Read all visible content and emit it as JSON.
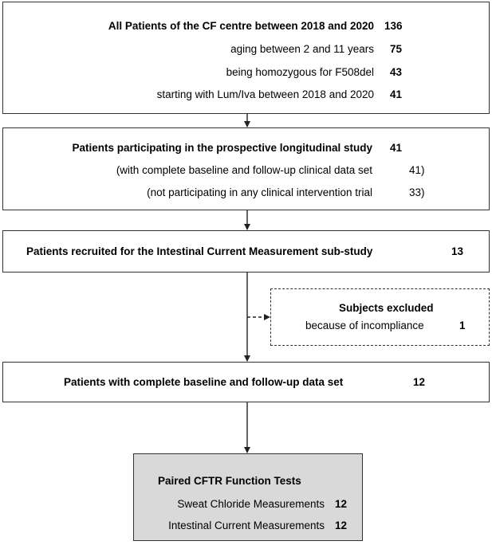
{
  "box1": {
    "rows": [
      {
        "label": "All Patients of the CF centre between 2018 and 2020",
        "count": "136"
      },
      {
        "label": "aging between 2 and 11 years",
        "count": "75"
      },
      {
        "label": "being homozygous for F508del",
        "count": "43"
      },
      {
        "label": "starting with Lum/Iva between 2018 and 2020",
        "count": "41"
      }
    ]
  },
  "box2": {
    "title": "Patients participating in the prospective longitudinal study",
    "title_count": "41",
    "rows": [
      {
        "label": "(with complete baseline and follow-up clinical data set",
        "count": "41)"
      },
      {
        "label": "(not participating in any clinical intervention trial",
        "count": "33)"
      }
    ]
  },
  "box3": {
    "title": "Patients recruited for the Intestinal Current Measurement sub-study",
    "count": "13"
  },
  "excluded": {
    "title": "Subjects excluded",
    "label": "because of incompliance",
    "count": "1"
  },
  "box4": {
    "title": "Patients with complete baseline and follow-up data set",
    "count": "12"
  },
  "box5": {
    "title": "Paired CFTR Function Tests",
    "rows": [
      {
        "label": "Sweat Chloride Measurements",
        "count": "12"
      },
      {
        "label": "Intestinal Current Measurements",
        "count": "12"
      }
    ],
    "background": "#d9d9d9"
  }
}
